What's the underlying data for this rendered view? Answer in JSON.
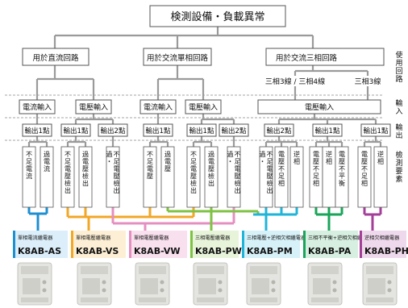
{
  "title": "検測設備・負載異常",
  "circuits": {
    "dc": "用於直流回路",
    "ac_single": "用於交流單相回路",
    "ac_three": "用於交流三相回路",
    "three_3_4": "三相3線 / 三相4線",
    "three_3": "三相3線"
  },
  "inputs": {
    "current_1": "電流輸入",
    "voltage_1": "電壓輸入",
    "current_2": "電流輸入",
    "voltage_2": "電壓輸入",
    "voltage_3": "電壓輸入"
  },
  "outputs": {
    "o1": "輸出1點",
    "o2": "輸出1點",
    "o3": "輸出2點",
    "o4": "輸出1點",
    "o5": "輸出1點",
    "o6": "輸出2點",
    "o7": "輸出2點",
    "o8": "輸出1點",
    "o9": "輸出1點"
  },
  "detect": {
    "d1": "不足電流",
    "d2": "過電流",
    "d3": "不足電壓檢出",
    "d4": "過電壓檢出",
    "d5": "過・不足電壓檢出",
    "d6": "不足電壓",
    "d7": "過電壓",
    "d8": "不足電壓檢出",
    "d9": "過電壓檢出",
    "d10": "過・不足電壓檢出",
    "d11": "過・不足電壓檢出",
    "d12": "電壓不足相",
    "d13": "逆相",
    "d14": "電壓不足相",
    "d15": "逆相",
    "d16": "電壓不平衡",
    "d17": "電壓不足相",
    "d18": "逆相"
  },
  "row_labels": {
    "circuit": "使用回路",
    "input": "輸入",
    "output": "輸出",
    "detect": "檢測要素"
  },
  "products": [
    {
      "name": "單相電流繼電器",
      "model": "K8AB-AS",
      "color": "#1e8fd0"
    },
    {
      "name": "單相電壓繼電器",
      "model": "K8AB-VS",
      "color": "#f2a726"
    },
    {
      "name": "單相電壓繼電器",
      "model": "K8AB-VW",
      "color": "#e58fc0"
    },
    {
      "name": "三相電壓繼電器",
      "model": "K8AB-PW",
      "color": "#7ec242"
    },
    {
      "name": "三相電壓+逆相欠相繼電器",
      "model": "K8AB-PM",
      "color": "#1fb4d8"
    },
    {
      "name": "三相不平衡+逆相欠相繼電器",
      "model": "K8AB-PA",
      "color": "#19a55a"
    },
    {
      "name": "逆相欠相繼電器",
      "model": "K8AB-PH",
      "color": "#a33f98"
    }
  ],
  "colors": {
    "line": "#9a9a9a",
    "box_border": "#555555",
    "dash": "#888888"
  }
}
